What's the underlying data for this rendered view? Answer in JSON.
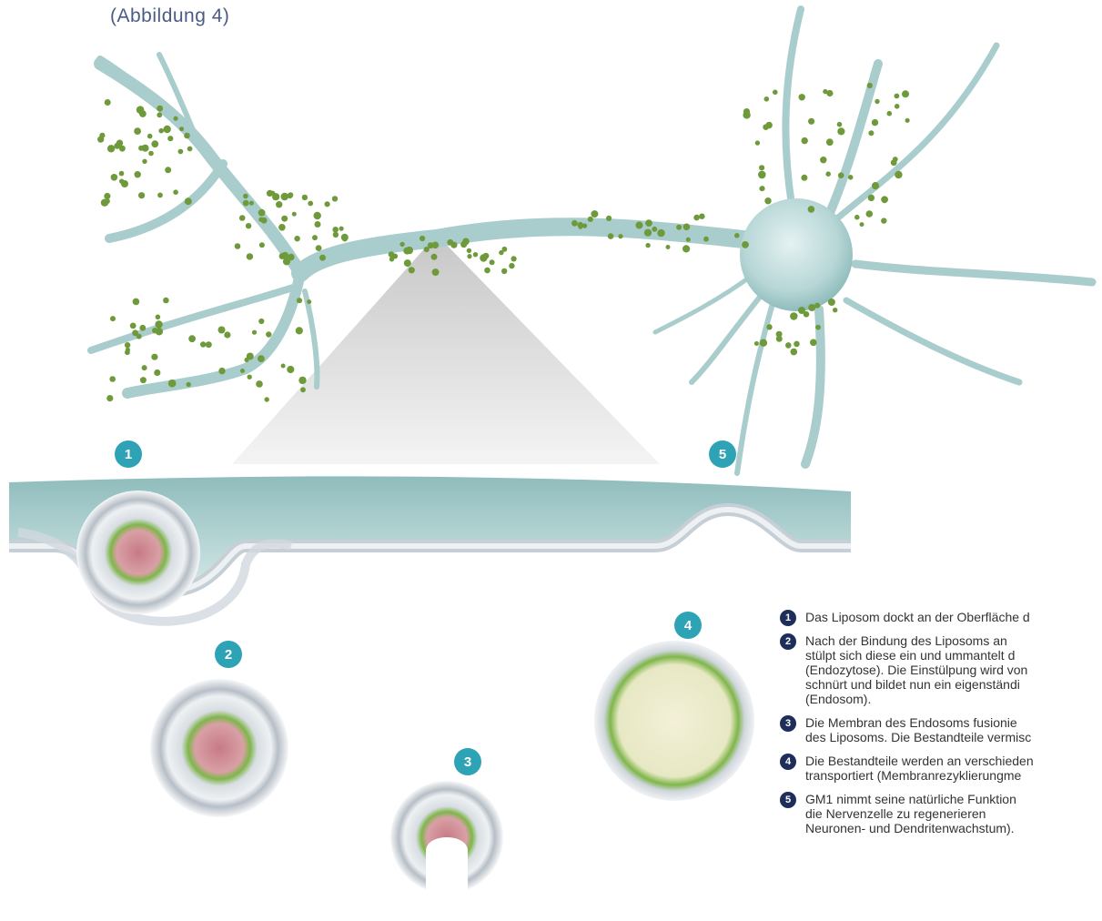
{
  "caption": "(Abbildung 4)",
  "colors": {
    "neuron": "#bcdcdc",
    "neuron_edge": "#8fbcbc",
    "liposome_dot": "#6f9a3b",
    "badge": "#2fa3b6",
    "legend_badge": "#1f2d5a",
    "membrane": "#cfd6dc",
    "lipid_green": "#9acb5c",
    "lipid_pink": "#d49a9a"
  },
  "badges": [
    "1",
    "2",
    "3",
    "4",
    "5"
  ],
  "legend": [
    {
      "num": "1",
      "text": "Das Liposom dockt an der Oberfläche d"
    },
    {
      "num": "2",
      "text": "Nach der Bindung des Liposoms an\nstülpt sich diese ein und ummantelt d\n(Endozytose). Die Einstülpung wird von\nschnürt und bildet nun ein eigenständi\n(Endosom)."
    },
    {
      "num": "3",
      "text": "Die Membran des Endosoms fusionie\ndes Liposoms. Die Bestandteile vermisc"
    },
    {
      "num": "4",
      "text": "Die Bestandteile werden an verschieden\ntransportiert (Membranrezyklierungme"
    },
    {
      "num": "5",
      "text": "GM1 nimmt seine natürliche Funktion\ndie Nervenzelle zu regenerieren\nNeuronen- und Dendritenwachstum)."
    }
  ]
}
